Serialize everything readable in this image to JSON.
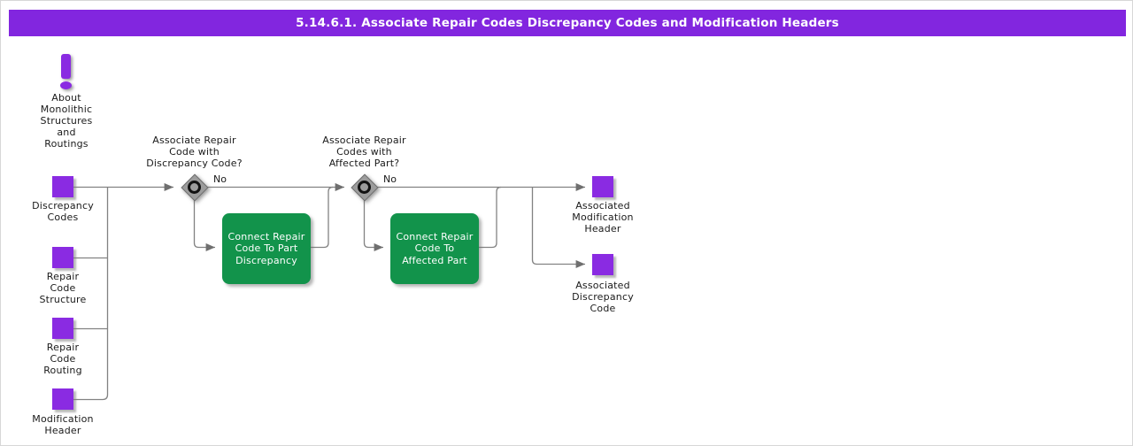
{
  "title": "5.14.6.1. Associate Repair Codes Discrepancy Codes and Modification Headers",
  "colors": {
    "title_bar": "#8226DF",
    "node_purple": "#8A2BE2",
    "process_green": "#12934B",
    "gateway_gray": "#9C9C9C",
    "line_gray": "#828282"
  },
  "note": {
    "label": "About\nMonolithic\nStructures\nand\nRoutings"
  },
  "inputs": [
    {
      "label": "Discrepancy\nCodes"
    },
    {
      "label": "Repair\nCode\nStructure"
    },
    {
      "label": "Repair\nCode\nRouting"
    },
    {
      "label": "Modification\nHeader"
    }
  ],
  "decisions": [
    {
      "question": "Associate Repair\nCode with\nDiscrepancy Code?",
      "no_label": "No"
    },
    {
      "question": "Associate Repair\nCodes with\nAffected Part?",
      "no_label": "No"
    }
  ],
  "processes": [
    {
      "label": "Connect Repair\nCode To Part\nDiscrepancy"
    },
    {
      "label": "Connect Repair\nCode To\nAffected Part"
    }
  ],
  "outputs": [
    {
      "label": "Associated\nModification\nHeader"
    },
    {
      "label": "Associated\nDiscrepancy\nCode"
    }
  ]
}
